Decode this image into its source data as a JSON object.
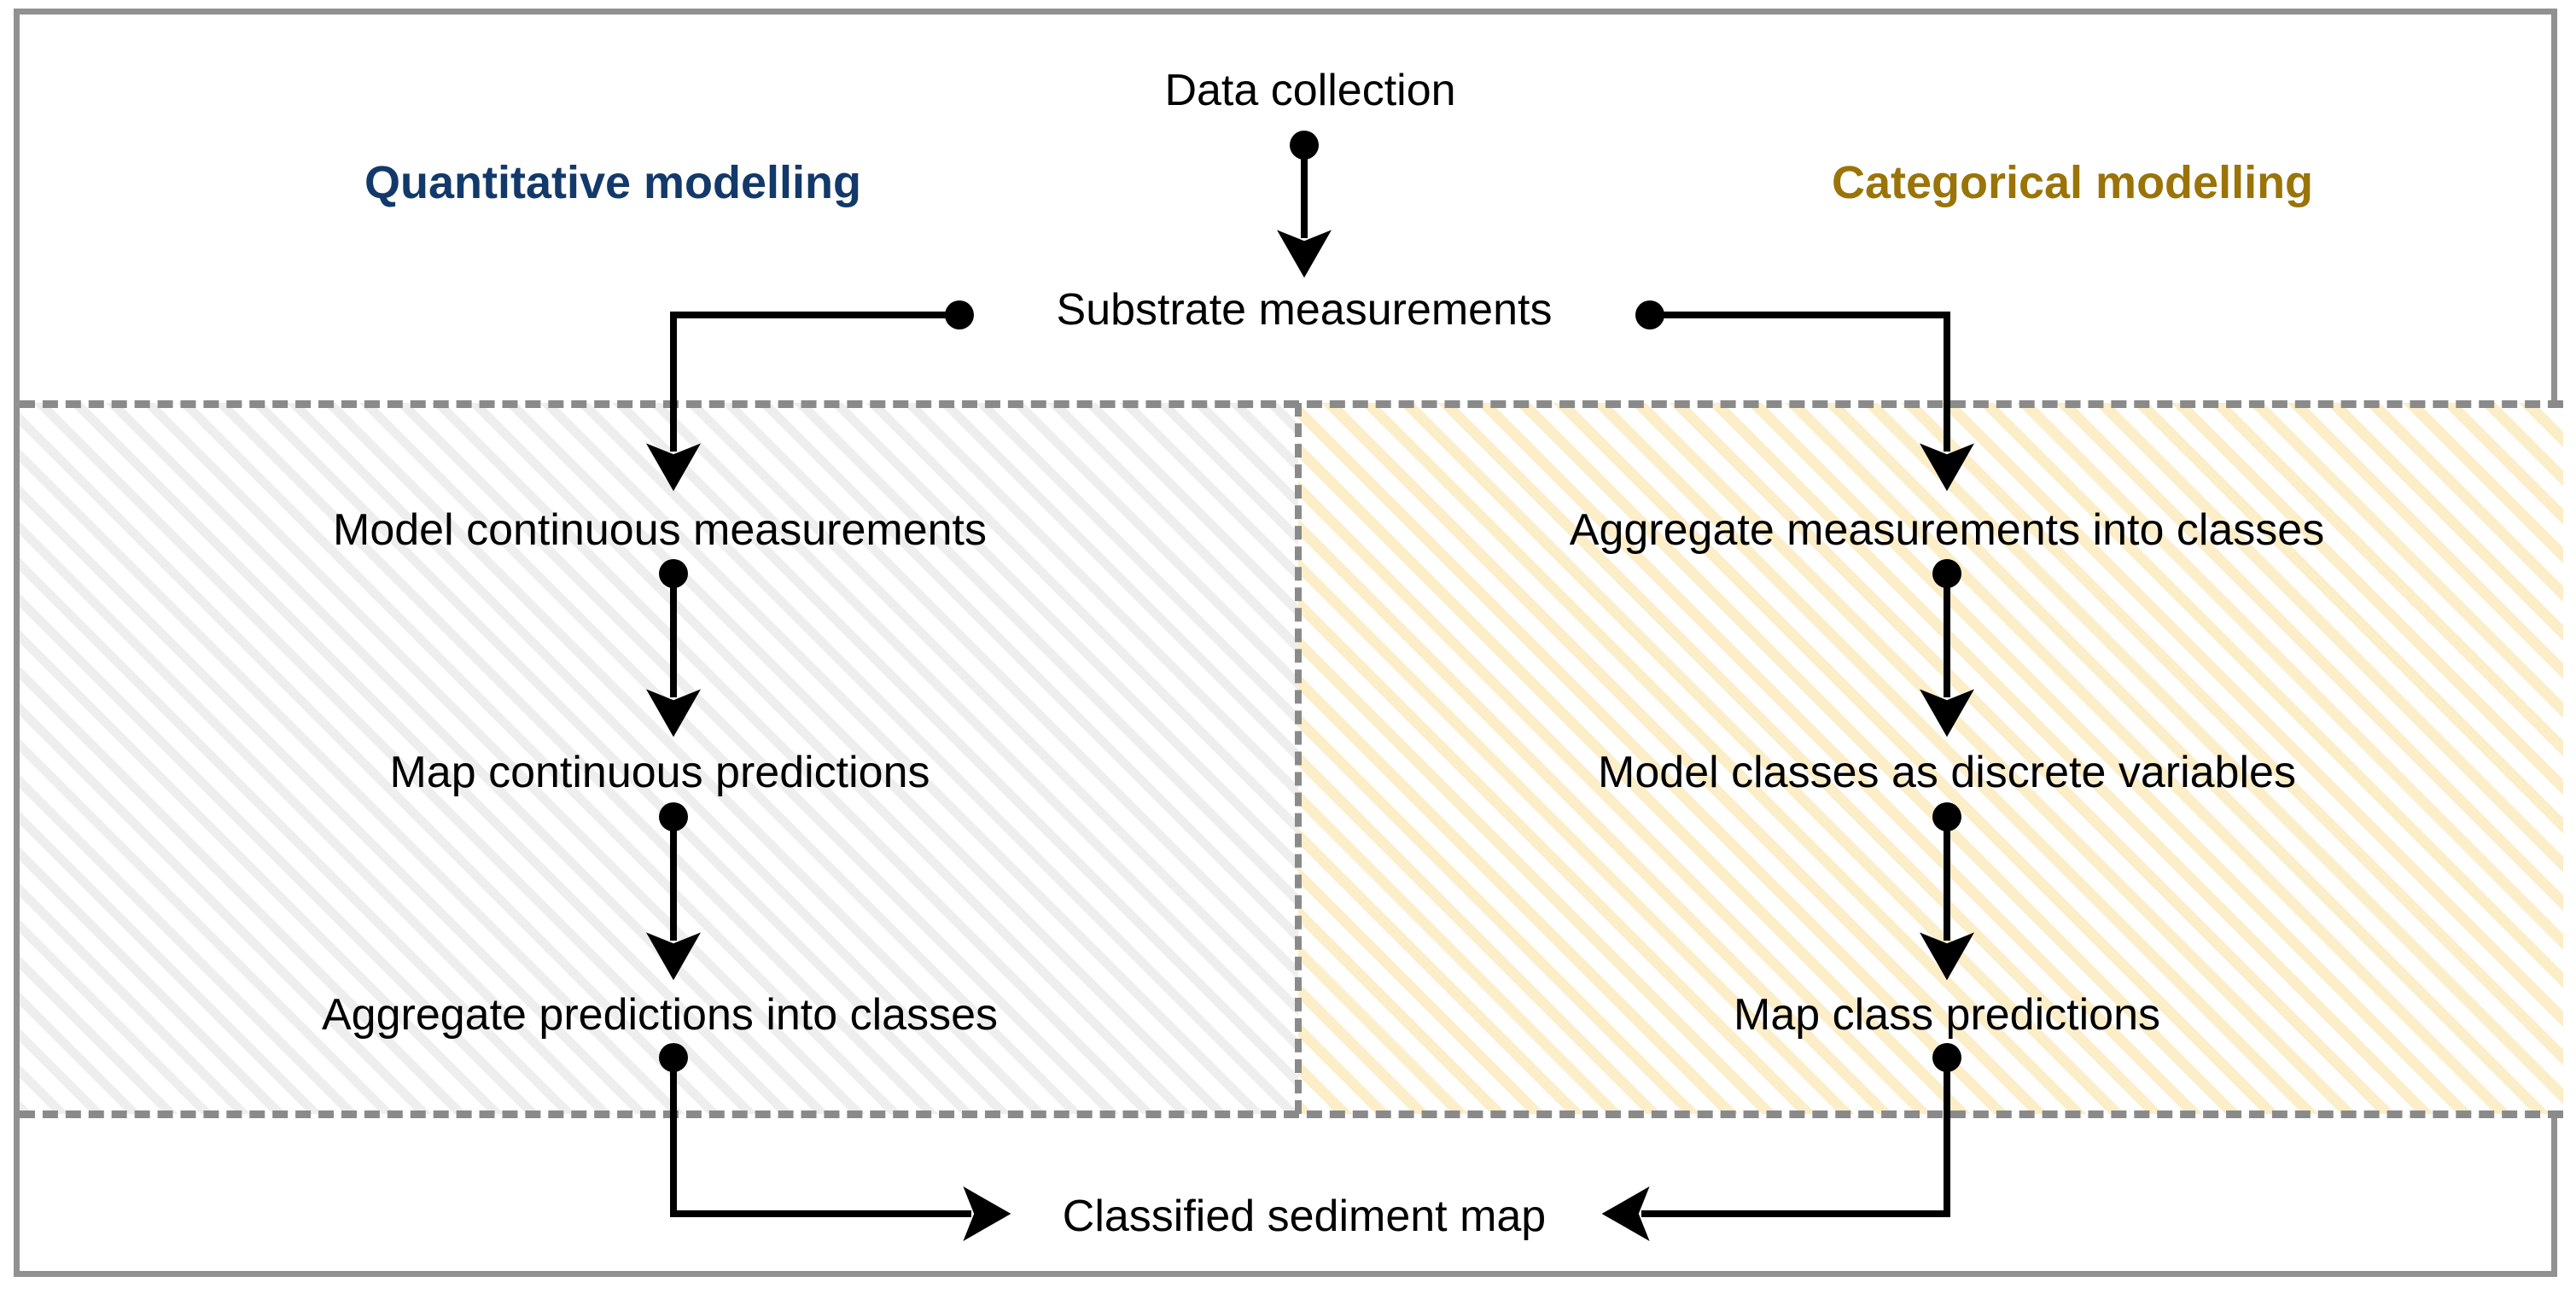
{
  "figure": {
    "type": "flowchart",
    "orientation": "top-down",
    "border_color": "#919191",
    "background": "#ffffff"
  },
  "sections": {
    "left": {
      "title": "Quantitative modelling",
      "color": "#12396a",
      "hatch_color": "#eeeeee"
    },
    "right": {
      "title": "Categorical modelling",
      "color": "#9a7408",
      "hatch_color": "#fbeec8"
    }
  },
  "nodes": {
    "data_collection": "Data collection",
    "substrate_measurements": "Substrate measurements",
    "model_continuous_measurements": "Model continuous measurements",
    "map_continuous_predictions": "Map continuous predictions",
    "aggregate_predictions_into_classes": "Aggregate predictions into classes",
    "aggregate_measurements_into_classes": "Aggregate measurements into classes",
    "model_classes_as_discrete_variables": "Model classes as discrete variables",
    "map_class_predictions": "Map class predictions",
    "classified_sediment_map": "Classified sediment map"
  },
  "flow": {
    "left_branch": [
      "Substrate measurements",
      "Model continuous measurements",
      "Map continuous predictions",
      "Aggregate predictions into classes",
      "Classified sediment map"
    ],
    "right_branch": [
      "Substrate measurements",
      "Aggregate measurements into classes",
      "Model classes as discrete variables",
      "Map class predictions",
      "Classified sediment map"
    ],
    "entry": "Data collection",
    "edge_style": "dot-start arrow-end",
    "edge_color": "#000000"
  }
}
